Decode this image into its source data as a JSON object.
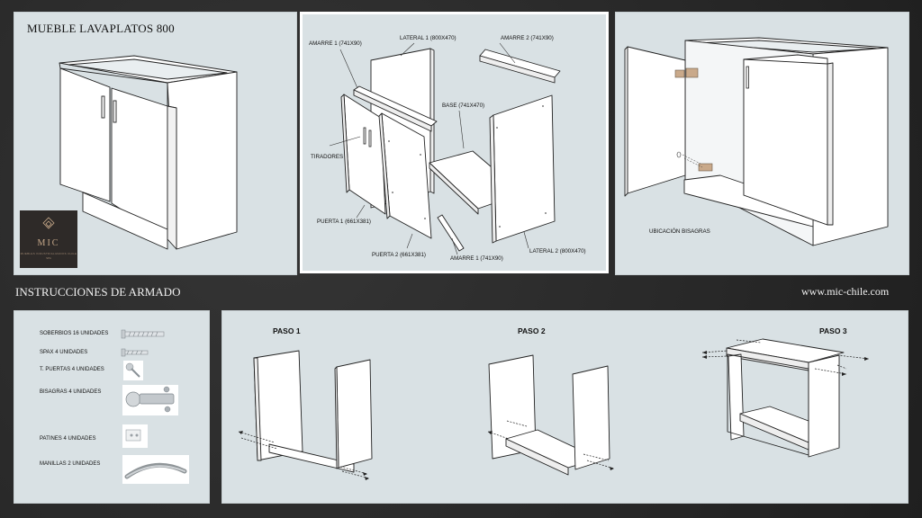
{
  "top_left": {
    "title": "MUEBLE LAVAPLATOS 800",
    "logo": {
      "name": "MIC",
      "tagline": "MUEBLES INDUSTRIALIZADOS CHILE",
      "tagline2": "SPA"
    }
  },
  "exploded": {
    "labels": {
      "amarre1_top": "AMARRE 1 (741X90)",
      "lateral1": "LATERAL 1 (800X470)",
      "amarre2": "AMARRE 2 (741X90)",
      "base": "BASE  (741X470)",
      "tiradores": "TIRADORES",
      "puerta1": "PUERTA 1 (661X381)",
      "puerta2": "PUERTA 2 (661X381)",
      "amarre1_bottom": "AMARRE 1 (741X90)",
      "lateral2": "LATERAL 2 (800X470)"
    }
  },
  "hinges_panel": {
    "label": "UBICACIÓN BISAGRAS"
  },
  "footer": {
    "left": "INSTRUCCIONES DE ARMADO",
    "right": "www.mic-chile.com"
  },
  "parts": [
    {
      "label": "SOBERBIOS 16 UNIDADES",
      "icon": "screw-icon"
    },
    {
      "label": "SPAX 4 UNIDADES",
      "icon": "spax-screw-icon"
    },
    {
      "label": "T. PUERTAS 4 UNIDADES",
      "icon": "door-screw-icon"
    },
    {
      "label": "BISAGRAS 4 UNIDADES",
      "icon": "hinge-icon"
    },
    {
      "label": "PATINES 4 UNIDADES",
      "icon": "glide-icon"
    },
    {
      "label": "MANILLAS 2 UNIDADES",
      "icon": "handle-icon"
    }
  ],
  "steps": [
    {
      "label": "PASO 1"
    },
    {
      "label": "PASO 2"
    },
    {
      "label": "PASO 3"
    }
  ],
  "colors": {
    "panel_bg": "#d9e1e4",
    "page_bg": "#2b2b2b",
    "line": "#222222"
  }
}
